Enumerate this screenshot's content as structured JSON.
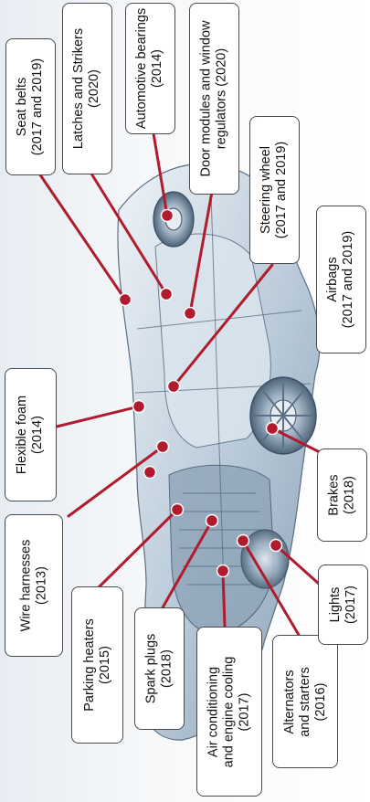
{
  "accent_color": "#b01c2e",
  "labels": {
    "seat_belts": "Seat belts\n(2017 and 2019)",
    "latches_strikers": "Latches and Strikers\n(2020)",
    "automotive_bearings": "Automotive bearings\n(2014)",
    "door_modules": "Door modules and window\nregulators (2020)",
    "steering_wheel": "Steering wheel\n(2017 and 2019)",
    "airbags": "Airbags\n(2017 and 2019)",
    "flexible_foam": "Flexible foam\n(2014)",
    "brakes": "Brakes\n(2018)",
    "wire_harnesses": "Wire harnesses\n(2013)",
    "parking_heaters": "Parking heaters\n(2015)",
    "spark_plugs": "Spark plugs\n(2018)",
    "air_conditioning": "Air conditioning\nand engine cooling\n(2017)",
    "alternators_starters": "Alternators\nand starters\n(2016)",
    "lights": "Lights\n(2017)"
  }
}
